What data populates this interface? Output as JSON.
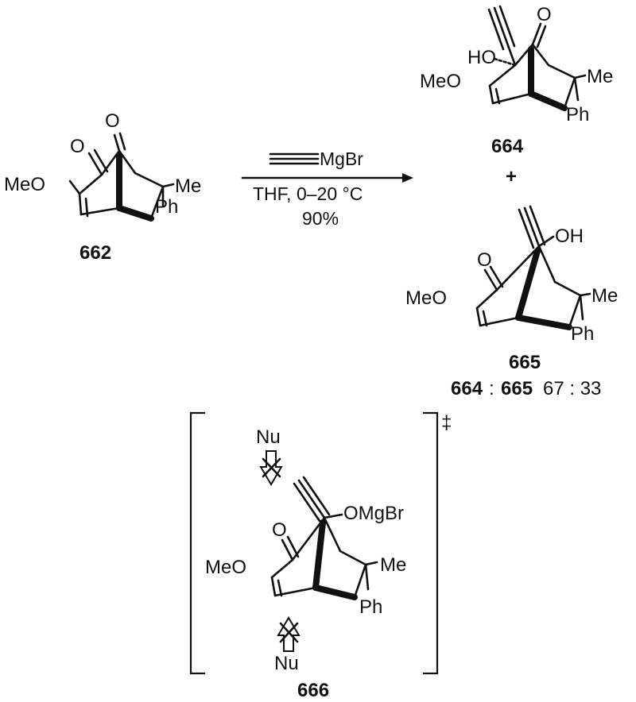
{
  "reaction": {
    "reagent": "MgBr",
    "conditions": "THF, 0–20 °C",
    "yield": "90%"
  },
  "compounds": {
    "sm": {
      "id": "662",
      "O_top": "O",
      "O_ketone": "O",
      "ome": "MeO",
      "me": "Me",
      "ph": "Ph"
    },
    "p664": {
      "id": "664",
      "O": "O",
      "ho": "HO",
      "ome": "MeO",
      "me": "Me",
      "ph": "Ph"
    },
    "p665": {
      "id": "665",
      "O": "O",
      "oh": "OH",
      "ome": "MeO",
      "me": "Me",
      "ph": "Ph"
    },
    "ts666": {
      "id": "666",
      "O": "O",
      "omgbr": "OMgBr",
      "ome": "MeO",
      "me": "Me",
      "ph": "Ph",
      "nu_top": "Nu",
      "nu_bottom": "Nu",
      "dagger": "‡"
    }
  },
  "plus": "+",
  "ratio": {
    "a": "664",
    "sep1": ":",
    "b": "665",
    "values": "67 : 33"
  }
}
